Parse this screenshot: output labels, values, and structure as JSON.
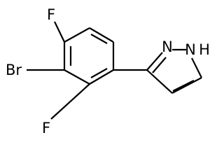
{
  "molecule": {
    "labels": {
      "fluorine_top": "F",
      "fluorine_bottom": "F",
      "bromine": "Br",
      "nitrogen": "N",
      "nitrogen_h": "N",
      "hydrogen": "H"
    }
  }
}
